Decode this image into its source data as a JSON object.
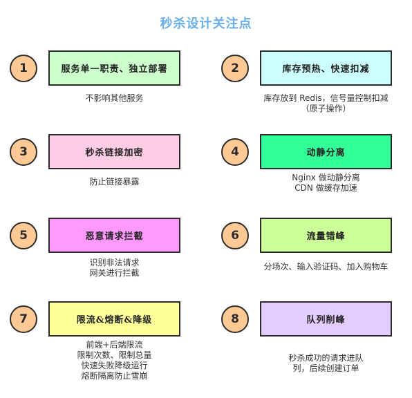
{
  "title": "秒杀设计关注点",
  "items": [
    {
      "num": "1",
      "label": "服务单一职责、独立部署",
      "color": "#ccffcc",
      "desc": [
        "不影响其他服务"
      ]
    },
    {
      "num": "2",
      "label": "库存预热、快速扣减",
      "color": "#ccffff",
      "desc": [
        "库存放到 Redis，信号量控制扣减",
        "（原子操作）"
      ]
    },
    {
      "num": "3",
      "label": "秒杀链接加密",
      "color": "#ffcce6",
      "desc": [
        "防止链接暴露"
      ]
    },
    {
      "num": "4",
      "label": "动静分离",
      "color": "#33ff99",
      "desc": [
        "Nginx 做动静分离",
        "CDN 做缓存加速"
      ]
    },
    {
      "num": "5",
      "label": "恶意请求拦截",
      "color": "#ff99ff",
      "desc": [
        "识别非法请求",
        "网关进行拦截"
      ]
    },
    {
      "num": "6",
      "label": "流量错峰",
      "color": "#ccff99",
      "desc": [
        "分场次、输入验证码、加入购物车"
      ]
    },
    {
      "num": "7",
      "label": "限流&熔断&降级",
      "color": "#ffff99",
      "desc": [
        "前端+后端限流",
        "限制次数、限制总量",
        "快速失败降级运行",
        "熔断隔离防止雪崩"
      ]
    },
    {
      "num": "8",
      "label": "队列削峰",
      "color": "#e5ccff",
      "desc": [
        "秒杀成功的请求进队",
        "列，后续创建订单"
      ]
    }
  ]
}
